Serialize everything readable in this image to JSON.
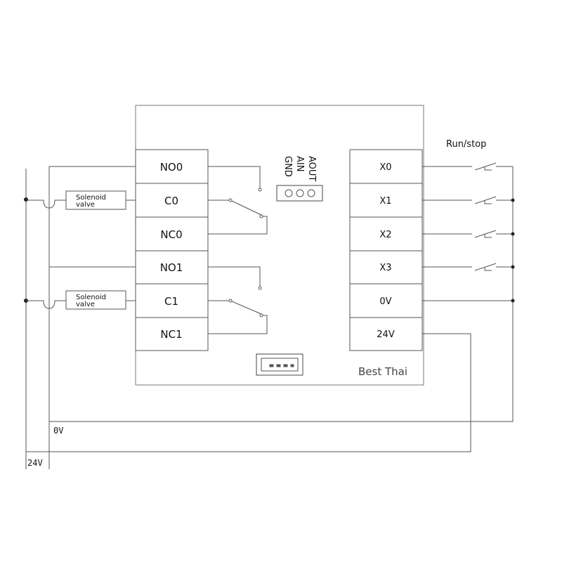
{
  "module": {
    "brand": "Best Thai",
    "relay_terminals": [
      "NO0",
      "C0",
      "NC0",
      "NO1",
      "C1",
      "NC1"
    ],
    "input_terminals": [
      "X0",
      "X1",
      "X2",
      "X3",
      "0V",
      "24V"
    ],
    "analog_labels": [
      "GND",
      "AIN",
      "AOUT"
    ]
  },
  "loads": [
    {
      "label_line1": "Solenoid",
      "label_line2": "valve"
    },
    {
      "label_line1": "Solenoid",
      "label_line2": "valve"
    }
  ],
  "switch_label": "Run/stop",
  "rails": {
    "zero_v": "0V",
    "twenty_four_v": "24V"
  }
}
